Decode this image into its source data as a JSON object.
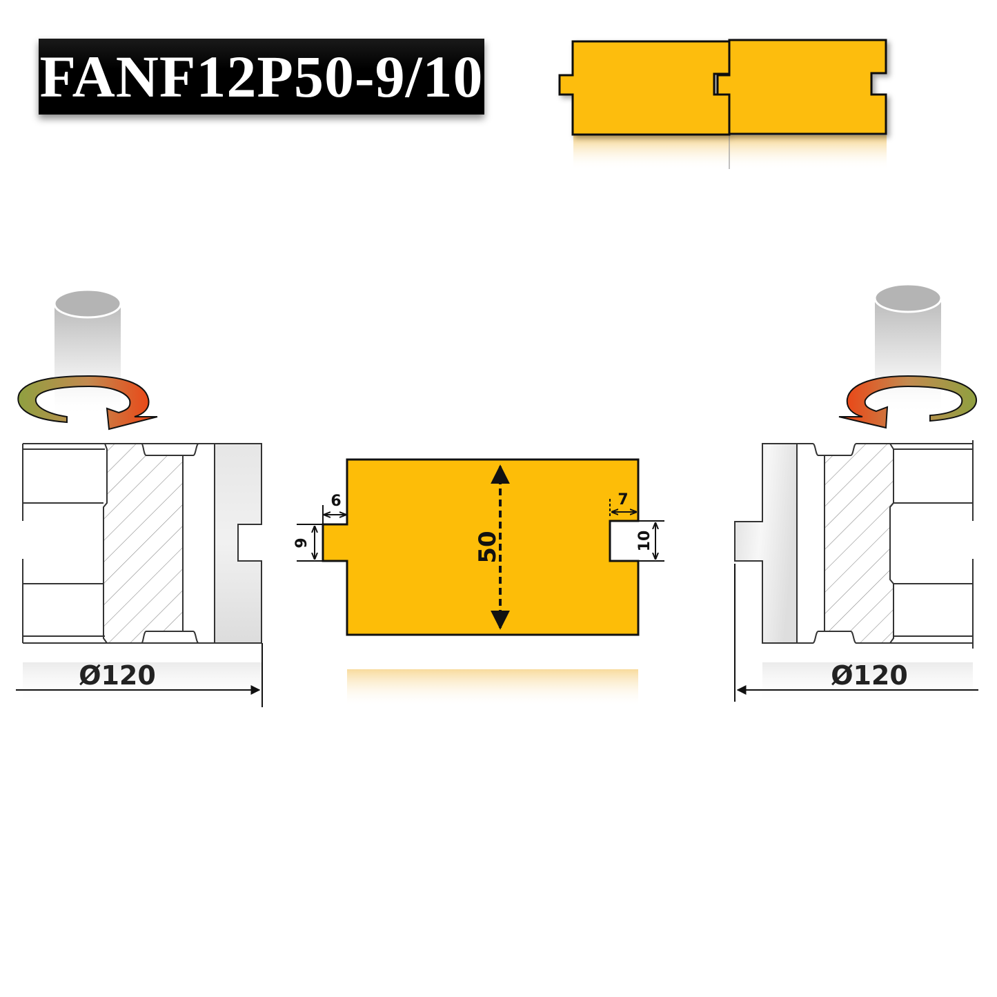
{
  "title": {
    "product_code": "FANF12P50-9/10"
  },
  "colors": {
    "profile_fill": "#FDBD08",
    "outline": "#111111",
    "tool_body_gray": "#E6E6E6",
    "arrow_start": "#8FA040",
    "arrow_end": "#EE4011"
  },
  "preview": {
    "description": "two joined profile boards, tongue and groove",
    "left_board": "tongue-left, groove-right",
    "right_board": "groove-right"
  },
  "left_cutter": {
    "rotation_icon": "clockwise-rotation-arrow-icon",
    "spindle_icon": "spindle-cylinder-icon",
    "diameter_label": "Ø120"
  },
  "right_cutter": {
    "rotation_icon": "counterclockwise-rotation-arrow-icon",
    "spindle_icon": "spindle-cylinder-icon",
    "diameter_label": "Ø120"
  },
  "profile": {
    "height_label": "50",
    "tongue_depth_label": "6",
    "tongue_width_label": "9",
    "groove_depth_label": "7",
    "groove_width_label": "10"
  }
}
